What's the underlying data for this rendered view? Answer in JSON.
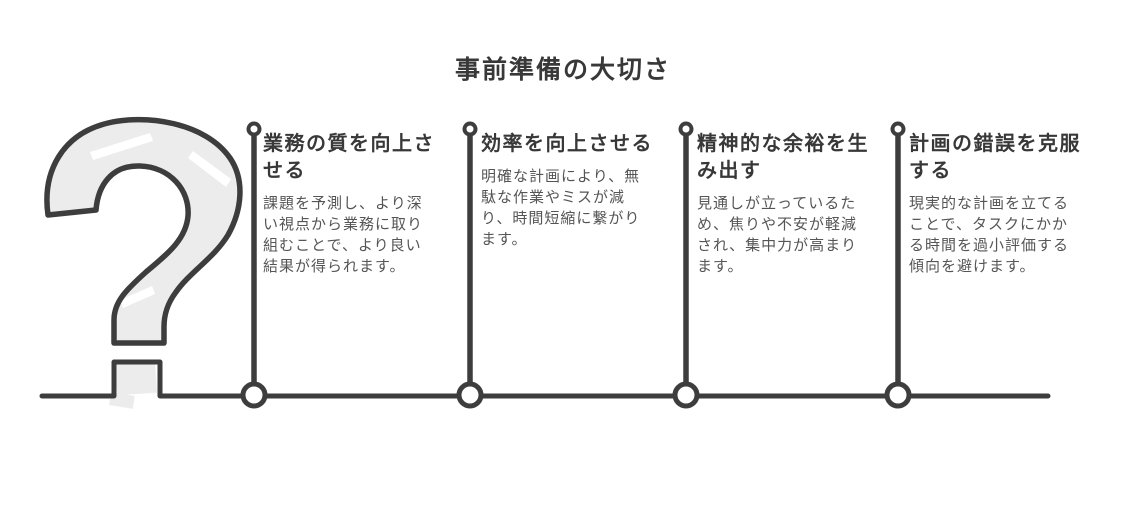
{
  "title": "事前準備の大切さ",
  "milestones": [
    {
      "heading": "業務の質を向上させる",
      "body": "課題を予測し、より深い視点から業務に取り組むことで、より良い結果が得られます。"
    },
    {
      "heading": "効率を向上させる",
      "body": "明確な計画により、無駄な作業やミスが減り、時間短縮に繋がります。"
    },
    {
      "heading": "精神的な余裕を生み出す",
      "body": "見通しが立っているため、焦りや不安が軽減され、集中力が高まります。"
    },
    {
      "heading": "計画の錯誤を克服する",
      "body": "現実的な計画を立てることで、タスクにかかる時間を過小評価する傾向を避けます。"
    }
  ],
  "icons": {
    "question_mark": "question-mark-icon",
    "milestone_marker": "timeline-node-icon"
  },
  "colors": {
    "line": "#3d3d3d",
    "heading": "#383838",
    "body": "#555555",
    "fill": "#ececec",
    "background": "#ffffff"
  }
}
